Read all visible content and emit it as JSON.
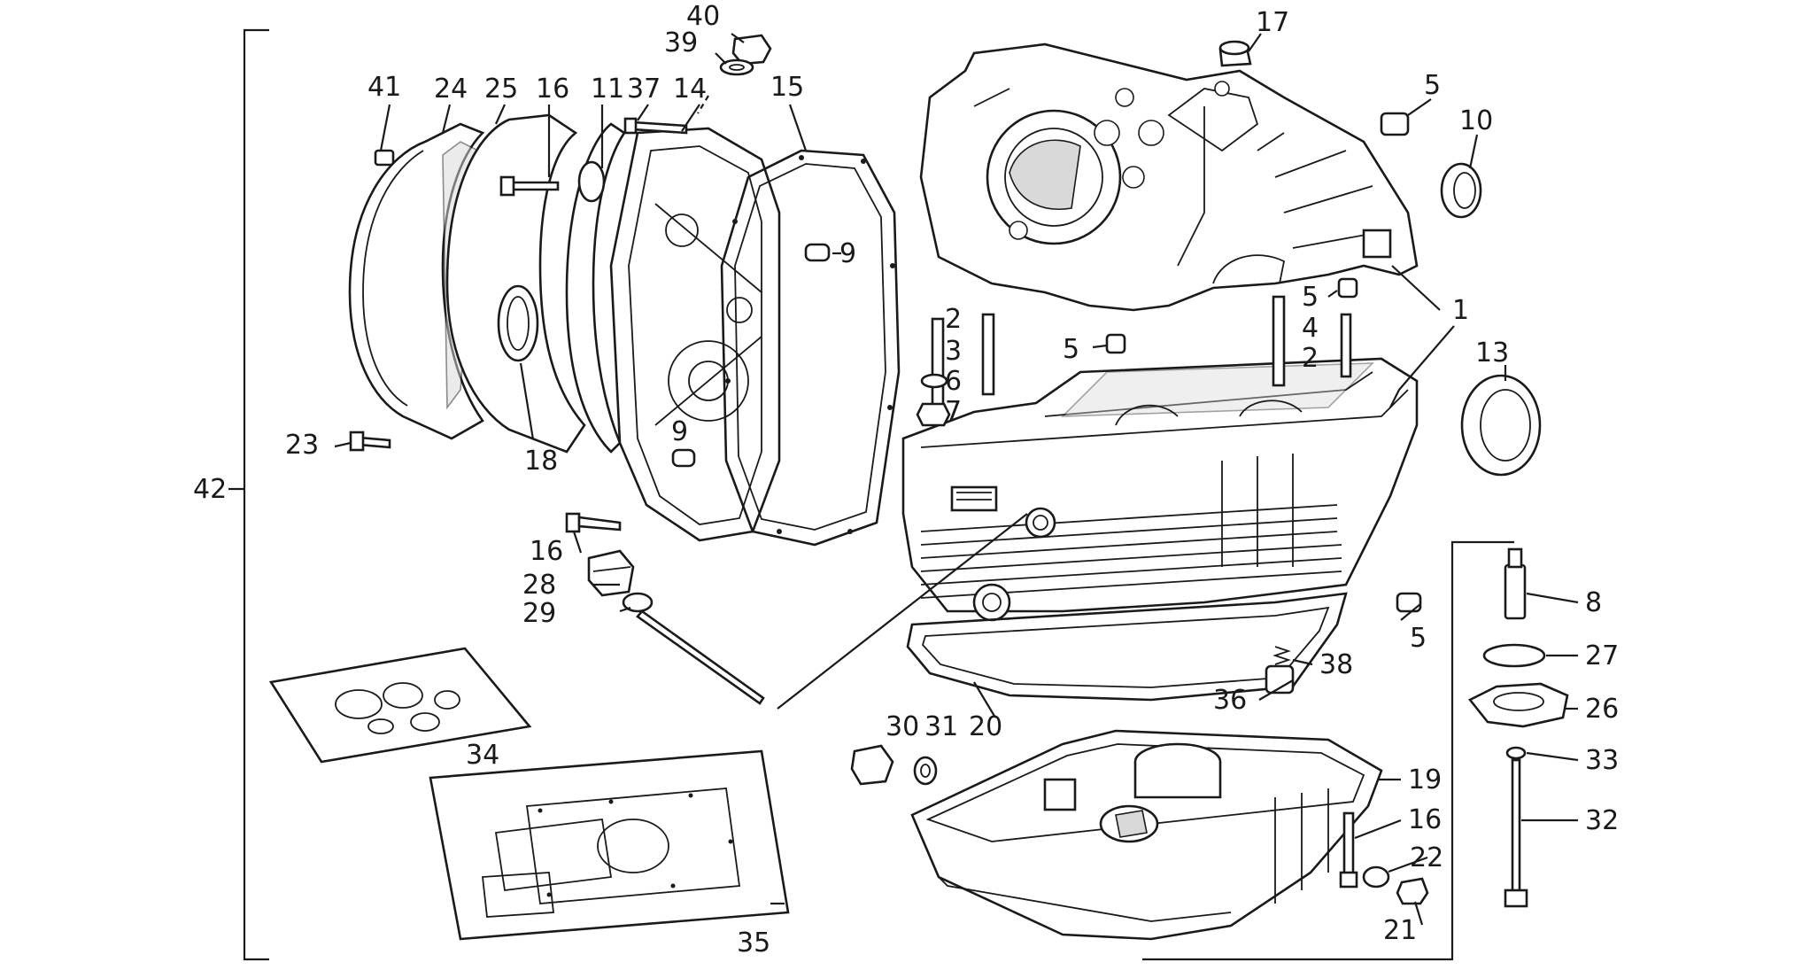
{
  "diagram": {
    "labels": [
      {
        "id": "l40",
        "text": "40"
      },
      {
        "id": "l39",
        "text": "39"
      },
      {
        "id": "l17",
        "text": "17"
      },
      {
        "id": "l41",
        "text": "41"
      },
      {
        "id": "l24",
        "text": "24"
      },
      {
        "id": "l25",
        "text": "25"
      },
      {
        "id": "l16a",
        "text": "16"
      },
      {
        "id": "l11",
        "text": "11"
      },
      {
        "id": "l37",
        "text": "37"
      },
      {
        "id": "l14",
        "text": "14"
      },
      {
        "id": "l15",
        "text": "15"
      },
      {
        "id": "l5a",
        "text": "5"
      },
      {
        "id": "l10",
        "text": "10"
      },
      {
        "id": "l9a",
        "text": "9"
      },
      {
        "id": "l2a",
        "text": "2"
      },
      {
        "id": "l3",
        "text": "3"
      },
      {
        "id": "l6",
        "text": "6"
      },
      {
        "id": "l7",
        "text": "7"
      },
      {
        "id": "l5b",
        "text": "5"
      },
      {
        "id": "l5c",
        "text": "5"
      },
      {
        "id": "l4",
        "text": "4"
      },
      {
        "id": "l2b",
        "text": "2"
      },
      {
        "id": "l1",
        "text": "1"
      },
      {
        "id": "l13",
        "text": "13"
      },
      {
        "id": "l23",
        "text": "23"
      },
      {
        "id": "l18",
        "text": "18"
      },
      {
        "id": "l42",
        "text": "42"
      },
      {
        "id": "l9b",
        "text": "9"
      },
      {
        "id": "l16b",
        "text": "16"
      },
      {
        "id": "l28",
        "text": "28"
      },
      {
        "id": "l29",
        "text": "29"
      },
      {
        "id": "l8",
        "text": "8"
      },
      {
        "id": "l5d",
        "text": "5"
      },
      {
        "id": "l27",
        "text": "27"
      },
      {
        "id": "l38",
        "text": "38"
      },
      {
        "id": "l36",
        "text": "36"
      },
      {
        "id": "l26",
        "text": "26"
      },
      {
        "id": "l34",
        "text": "34"
      },
      {
        "id": "l30",
        "text": "30"
      },
      {
        "id": "l31",
        "text": "31"
      },
      {
        "id": "l20",
        "text": "20"
      },
      {
        "id": "l33",
        "text": "33"
      },
      {
        "id": "l19",
        "text": "19"
      },
      {
        "id": "l16c",
        "text": "16"
      },
      {
        "id": "l32",
        "text": "32"
      },
      {
        "id": "l22",
        "text": "22"
      },
      {
        "id": "l21",
        "text": "21"
      },
      {
        "id": "l35",
        "text": "35"
      }
    ]
  }
}
